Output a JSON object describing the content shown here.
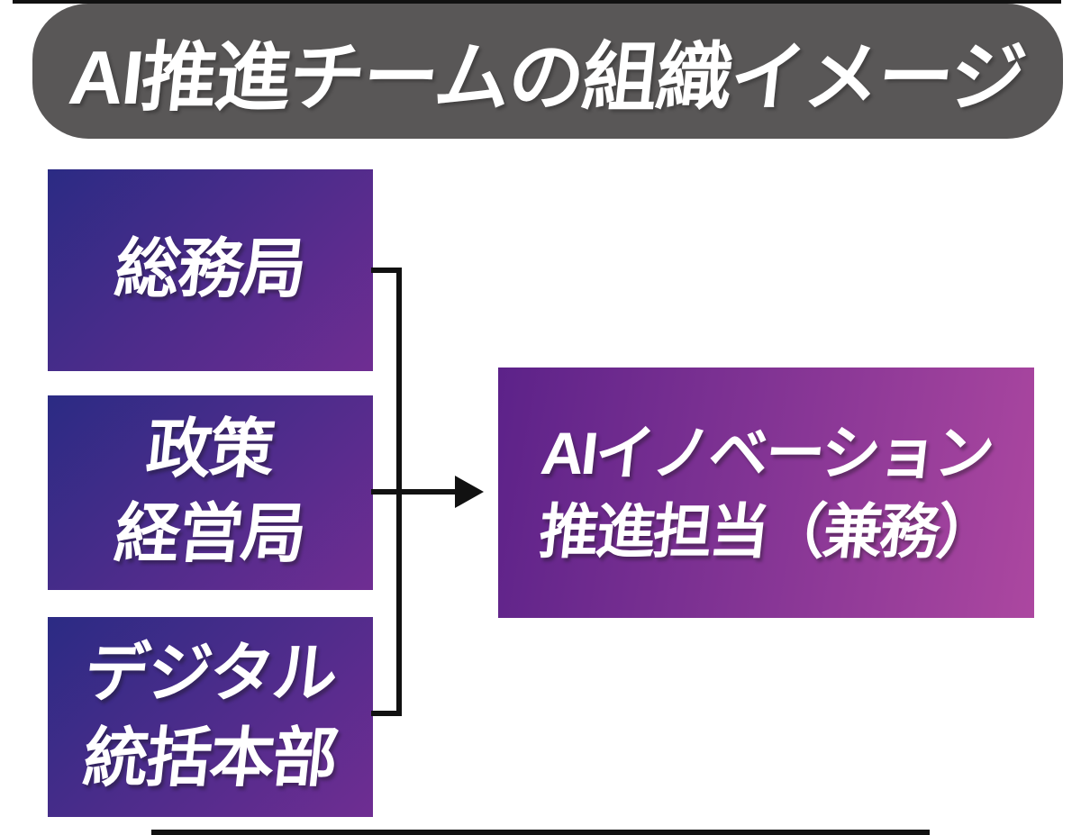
{
  "title": {
    "text": "AI推進チームの組織イメージ"
  },
  "diagram": {
    "source_boxes": [
      {
        "name": "soumukyoku",
        "lines": [
          "総務局"
        ]
      },
      {
        "name": "seisaku-keieikyoku",
        "lines": [
          "政策",
          "経営局"
        ]
      },
      {
        "name": "digital-toukatsu-honbu",
        "lines": [
          "デジタル",
          "統括本部"
        ]
      }
    ],
    "target_box": {
      "lines": [
        "AIイノベーション",
        "推進担当（兼務）"
      ]
    },
    "relation": "three-departments-merge-arrow-to-target"
  },
  "colors": {
    "header_bg": "#595757",
    "src_grad_start": "#2B2B84",
    "src_grad_end": "#6F2D92",
    "target_grad_start": "#5C2289",
    "target_grad_end": "#AC47A0",
    "line_color": "#111111"
  }
}
